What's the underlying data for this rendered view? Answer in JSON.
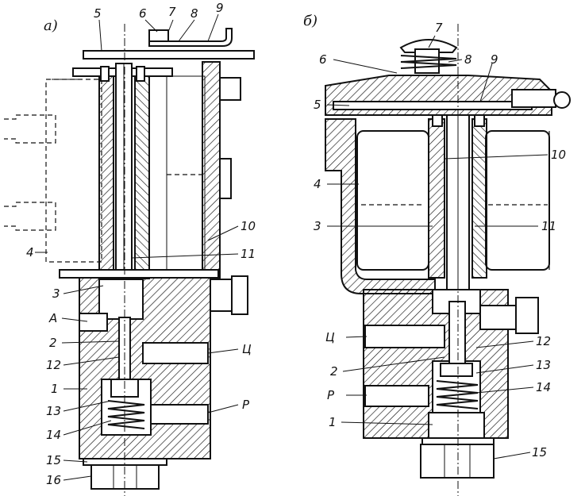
{
  "figure_a": {
    "title": "а)",
    "labels": {
      "l1": "1",
      "l2": "2",
      "l3": "3",
      "l4": "4",
      "l5": "5",
      "l6": "6",
      "l7": "7",
      "l8": "8",
      "l9": "9",
      "l10": "10",
      "l11": "11",
      "l12": "12",
      "l13": "13",
      "l14": "14",
      "l15": "15",
      "l16": "16",
      "lA": "А",
      "lC": "Ц",
      "lP": "Р"
    }
  },
  "figure_b": {
    "title": "б)",
    "labels": {
      "l1": "1",
      "l2": "2",
      "l3": "3",
      "l4": "4",
      "l5": "5",
      "l6": "6",
      "l7": "7",
      "l8": "8",
      "l9": "9",
      "l10": "10",
      "l11": "11",
      "l12": "12",
      "l13": "13",
      "l14": "14",
      "l15": "15",
      "lC": "Ц",
      "lP": "Р"
    }
  }
}
